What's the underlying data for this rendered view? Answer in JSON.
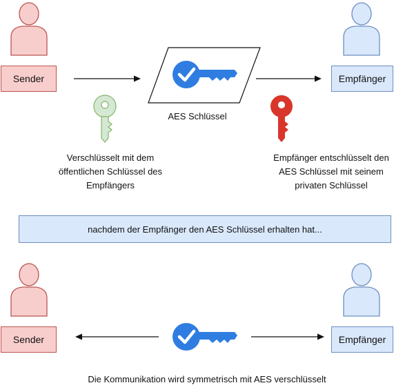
{
  "top": {
    "sender_label": "Sender",
    "receiver_label": "Empfänger",
    "aes_key_label": "AES Schlüssel",
    "encrypt_note": [
      "Verschlüsselt mit dem",
      "öffentlichen Schlüssel des",
      "Empfängers"
    ],
    "decrypt_note": [
      "Empfänger entschlüsselt den",
      "AES Schlüssel mit seinem",
      "privaten Schlüssel"
    ]
  },
  "banner": {
    "text": "nachdem der Empfänger den AES Schlüssel erhalten hat..."
  },
  "bottom": {
    "sender_label": "Sender",
    "receiver_label": "Empfänger",
    "caption": "Die Kommunikation wird symmetrisch mit AES verschlüsselt"
  },
  "colors": {
    "sender_fill": "#f8cecc",
    "sender_stroke": "#b85450",
    "receiver_fill": "#dae8fc",
    "receiver_stroke": "#6c8ebf",
    "aes_key": "#2f7de1",
    "public_key": "#d5e8d4",
    "private_key": "#d9362b"
  }
}
